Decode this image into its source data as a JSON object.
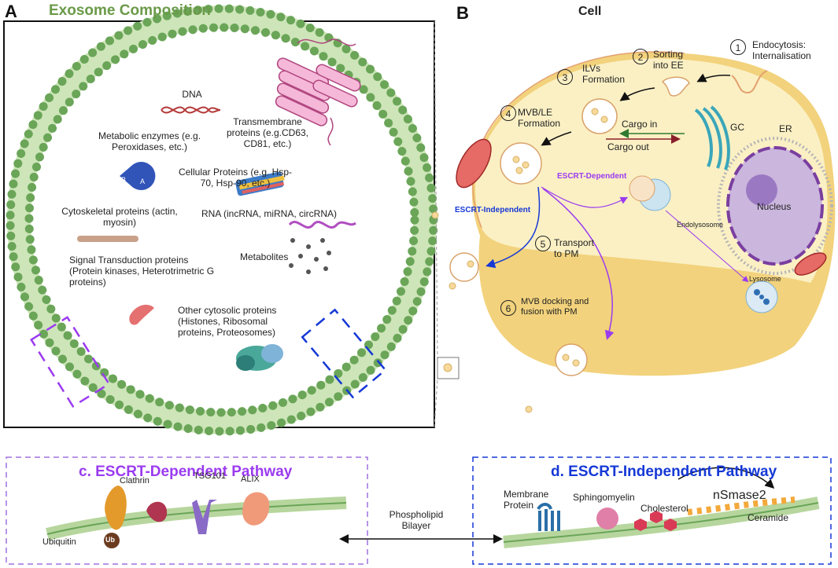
{
  "panelA": {
    "letter": "A",
    "title": "Exosome Composition",
    "labels": {
      "dna": "DNA",
      "transmembrane": "Transmembrane proteins (e.g.CD63, CD81, etc.)",
      "metabolic": "Metabolic enzymes (e.g. Peroxidases, etc.)",
      "cellular": "Cellular Proteins (e.g. Hsp-70, Hsp-90, etc.)",
      "cytoskeletal": "Cytoskeletal proteins (actin, myosin)",
      "rna": "RNA (incRNA, miRNA, circRNA)",
      "signal": "Signal Transduction proteins (Protein kinases, Heterotrimetric G proteins)",
      "metabolites": "Metabolites",
      "cytosolic": "Other cytosolic proteins (Histones, Ribosomal proteins, Proteosomes)",
      "enzymeB": "B",
      "enzymeA": "A"
    }
  },
  "panelB": {
    "letter": "B",
    "title": "Cell",
    "steps": [
      {
        "num": "1",
        "text": "Endocytosis: Internalisation"
      },
      {
        "num": "2",
        "text": "Sorting into EE"
      },
      {
        "num": "3",
        "text": "ILVs Formation"
      },
      {
        "num": "4",
        "text": "MVB/LE Formation"
      },
      {
        "num": "5",
        "text": "Transport to PM"
      },
      {
        "num": "6",
        "text": "MVB docking and fusion with PM"
      }
    ],
    "labels": {
      "cargo_in": "Cargo in",
      "cargo_out": "Cargo out",
      "gc": "GC",
      "er": "ER",
      "nucleus": "Nucleus",
      "endolysosome": "Endolysosome",
      "lysosome": "Lysosome",
      "escrt_dependent": "ESCRT-Dependent",
      "escrt_independent": "ESCRT-Independent"
    }
  },
  "panelC": {
    "title": "c. ESCRT-Dependent Pathway",
    "labels": {
      "clathrin": "Clathrin",
      "tsg101": "TSG101",
      "alix": "ALIX",
      "ubiquitin": "Ubiquitin",
      "ub": "Ub"
    }
  },
  "panelD": {
    "title": "d. ESCRT-Independent Pathway",
    "labels": {
      "membrane_protein": "Membrane Protein",
      "sphingomyelin": "Sphingomyelin",
      "cholesterol": "Cholesterol",
      "nsmase2": "nSmase2",
      "ceramide": "Ceramide"
    }
  },
  "center": {
    "phospholipid": "Phospholipid Bilayer"
  },
  "colors": {
    "green_title": "#6a9a48",
    "purple": "#9b3bf0",
    "blue": "#1538d6",
    "cell_fill": "#fbf0c4"
  }
}
